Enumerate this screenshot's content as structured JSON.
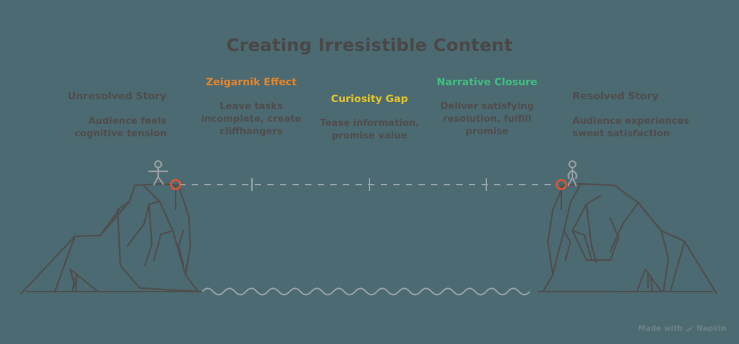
{
  "title": "Creating Irresistible Content",
  "colors": {
    "background": "#4c6a72",
    "ink": "#4f4d4b",
    "orange": "#e8862a",
    "yellow": "#e8c72a",
    "green": "#3fc183",
    "accent_ring": "#e8532a",
    "line": "#9aa8ac",
    "figure": "#9aa1a3"
  },
  "columns": [
    {
      "id": "unresolved",
      "heading": "Unresolved Story",
      "description": "Audience feels cognitive tension",
      "color_name": "neutral"
    },
    {
      "id": "zeigarnik",
      "heading": "Zeigarnik Effect",
      "description": "Leave tasks incomplete, create cliffhangers",
      "color_name": "orange"
    },
    {
      "id": "curiosity",
      "heading": "Curiosity Gap",
      "description": "Tease information, promise value",
      "color_name": "yellow"
    },
    {
      "id": "narrative",
      "heading": "Narrative Closure",
      "description": "Deliver satisfying resolution, fulfill promise",
      "color_name": "green"
    },
    {
      "id": "resolved",
      "heading": "Resolved Story",
      "description": "Audience experiences sweet satisfaction",
      "color_name": "neutral"
    }
  ],
  "scene": {
    "left_cliff_label": "left-cliff",
    "right_cliff_label": "right-cliff",
    "left_figure_label": "stick-figure-unresolved",
    "right_figure_label": "stick-figure-resolved",
    "bridge_label": "dashed-bridge-line",
    "water_label": "wavy-water-line",
    "tick_count": 3
  },
  "watermark": {
    "prefix": "Made with",
    "brand": "Napkin"
  }
}
